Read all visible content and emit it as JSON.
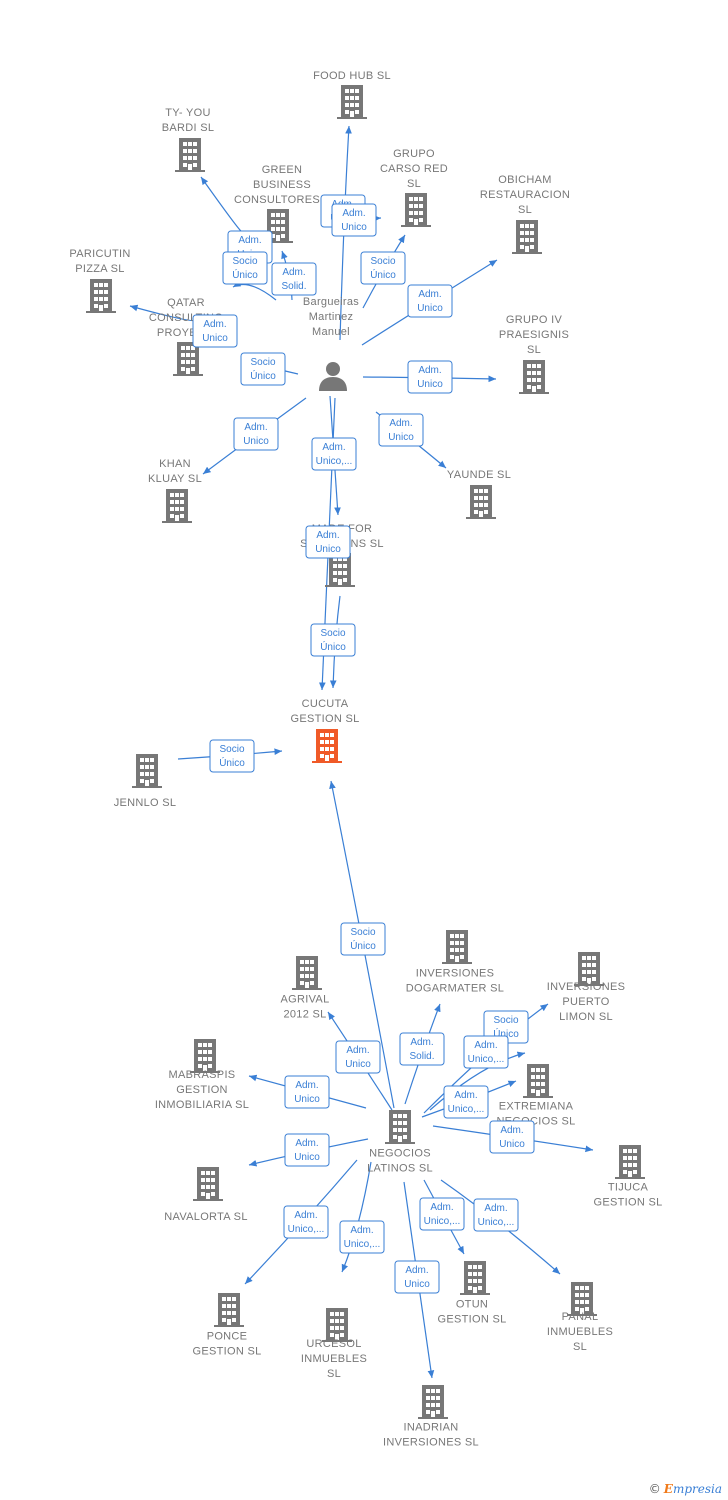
{
  "colors": {
    "accent": "#3a7fd5",
    "company": "#777777",
    "focus": "#f05a28"
  },
  "person": {
    "id": "person",
    "label": [
      "Bargueiras",
      "Martinez",
      "Manuel"
    ]
  },
  "nodes": [
    {
      "id": "food_hub",
      "label": [
        "FOOD HUB  SL"
      ]
    },
    {
      "id": "ty_you",
      "label": [
        "TY- YOU",
        "BARDI  SL"
      ]
    },
    {
      "id": "green",
      "label": [
        "GREEN",
        "BUSINESS",
        "CONSULTORES..."
      ]
    },
    {
      "id": "grupo_carso",
      "label": [
        "GRUPO",
        "CARSO RED",
        "SL"
      ]
    },
    {
      "id": "obicham",
      "label": [
        "OBICHAM",
        "RESTAURACION",
        "SL"
      ]
    },
    {
      "id": "paricutin",
      "label": [
        "PARICUTIN",
        "PIZZA  SL"
      ]
    },
    {
      "id": "qatar",
      "label": [
        "QATAR",
        "CONSULTING",
        "PROYEC..."
      ]
    },
    {
      "id": "grupo_iv",
      "label": [
        "GRUPO IV",
        "PRAESIGNIS",
        "SL"
      ]
    },
    {
      "id": "khan",
      "label": [
        "KHAN",
        "KLUAY  SL"
      ]
    },
    {
      "id": "yaunde",
      "label": [
        "YAUNDE  SL"
      ]
    },
    {
      "id": "made_for",
      "label": [
        "MADE FOR",
        "SOLUTIONS  SL"
      ]
    },
    {
      "id": "cucuta",
      "label": [
        "CUCUTA",
        "GESTION  SL"
      ]
    },
    {
      "id": "jennlo",
      "label": [
        "JENNLO  SL"
      ]
    },
    {
      "id": "negocios",
      "label": [
        "NEGOCIOS",
        "LATINOS SL"
      ]
    },
    {
      "id": "agrival",
      "label": [
        "AGRIVAL",
        "2012 SL"
      ]
    },
    {
      "id": "dogarmater",
      "label": [
        "INVERSIONES",
        "DOGARMATER SL"
      ]
    },
    {
      "id": "puerto_limon",
      "label": [
        "INVERSIONES",
        "PUERTO",
        "LIMON  SL"
      ]
    },
    {
      "id": "mabraspis",
      "label": [
        "MABRASPIS",
        "GESTION",
        "INMOBILIARIA SL"
      ]
    },
    {
      "id": "extremiana",
      "label": [
        "EXTREMIANA",
        "NEGOCIOS SL"
      ]
    },
    {
      "id": "tijuca",
      "label": [
        "TIJUCA",
        "GESTION SL"
      ]
    },
    {
      "id": "navalorta",
      "label": [
        "NAVALORTA  SL"
      ]
    },
    {
      "id": "ponce",
      "label": [
        "PONCE",
        "GESTION  SL"
      ]
    },
    {
      "id": "urcesol",
      "label": [
        "URCESOL",
        "INMUEBLES",
        "SL"
      ]
    },
    {
      "id": "otun",
      "label": [
        "OTUN",
        "GESTION SL"
      ]
    },
    {
      "id": "panal",
      "label": [
        "PANAL",
        "INMUEBLES",
        "SL"
      ]
    },
    {
      "id": "inadrian",
      "label": [
        "INADRIAN",
        "INVERSIONES SL"
      ]
    }
  ],
  "edges": [
    {
      "from": "person",
      "to": "food_hub",
      "label": [
        "Adm.",
        "Unico"
      ]
    },
    {
      "from": "person",
      "to": "ty_you",
      "label": [
        "Adm.",
        "Unico"
      ]
    },
    {
      "from": "person",
      "to": "green",
      "label": [
        "Adm.",
        "Solid."
      ]
    },
    {
      "from": "person",
      "to": "green",
      "label": [
        "Socio",
        "Único"
      ]
    },
    {
      "from": "person",
      "to": "grupo_carso",
      "label": [
        "Socio",
        "Único"
      ]
    },
    {
      "from": "person",
      "to": "grupo_carso",
      "label": [
        "Adm.",
        "Unico"
      ]
    },
    {
      "from": "person",
      "to": "obicham",
      "label": [
        "Adm.",
        "Unico"
      ]
    },
    {
      "from": "person",
      "to": "paricutin",
      "label": [
        "Adm.",
        "Unico"
      ]
    },
    {
      "from": "person",
      "to": "qatar",
      "label": [
        "Socio",
        "Único"
      ]
    },
    {
      "from": "person",
      "to": "grupo_iv",
      "label": [
        "Adm.",
        "Unico"
      ]
    },
    {
      "from": "person",
      "to": "khan",
      "label": [
        "Adm.",
        "Unico"
      ]
    },
    {
      "from": "person",
      "to": "yaunde",
      "label": [
        "Adm.",
        "Unico"
      ]
    },
    {
      "from": "person",
      "to": "made_for",
      "label": [
        "Adm.",
        "Unico,..."
      ]
    },
    {
      "from": "person",
      "to": "cucuta",
      "label": [
        "Adm.",
        "Unico"
      ]
    },
    {
      "from": "made_for",
      "to": "cucuta",
      "label": [
        "Socio",
        "Único"
      ]
    },
    {
      "from": "jennlo",
      "to": "cucuta",
      "label": [
        "Socio",
        "Único"
      ]
    },
    {
      "from": "negocios",
      "to": "cucuta",
      "label": [
        "Socio",
        "Único"
      ]
    },
    {
      "from": "negocios",
      "to": "agrival",
      "label": [
        "Adm.",
        "Unico"
      ]
    },
    {
      "from": "negocios",
      "to": "dogarmater",
      "label": [
        "Adm.",
        "Solid."
      ]
    },
    {
      "from": "negocios",
      "to": "puerto_limon",
      "label": [
        "Socio",
        "Único"
      ]
    },
    {
      "from": "negocios",
      "to": "extremiana",
      "label": [
        "Adm.",
        "Unico,..."
      ]
    },
    {
      "from": "negocios",
      "to": "extremiana",
      "label": [
        "Adm.",
        "Unico,..."
      ]
    },
    {
      "from": "negocios",
      "to": "mabraspis",
      "label": [
        "Adm.",
        "Unico"
      ]
    },
    {
      "from": "negocios",
      "to": "tijuca",
      "label": [
        "Adm.",
        "Unico"
      ]
    },
    {
      "from": "negocios",
      "to": "navalorta",
      "label": [
        "Adm.",
        "Unico"
      ]
    },
    {
      "from": "negocios",
      "to": "ponce",
      "label": [
        "Adm.",
        "Unico,..."
      ]
    },
    {
      "from": "negocios",
      "to": "urcesol",
      "label": [
        "Adm.",
        "Unico,..."
      ]
    },
    {
      "from": "negocios",
      "to": "otun",
      "label": [
        "Adm.",
        "Unico,..."
      ]
    },
    {
      "from": "negocios",
      "to": "panal",
      "label": [
        "Adm.",
        "Unico,..."
      ]
    },
    {
      "from": "negocios",
      "to": "inadrian",
      "label": [
        "Adm.",
        "Unico"
      ]
    }
  ],
  "footer": {
    "copyright": "©",
    "brand_first": "E",
    "brand_rest": "mpresia"
  }
}
